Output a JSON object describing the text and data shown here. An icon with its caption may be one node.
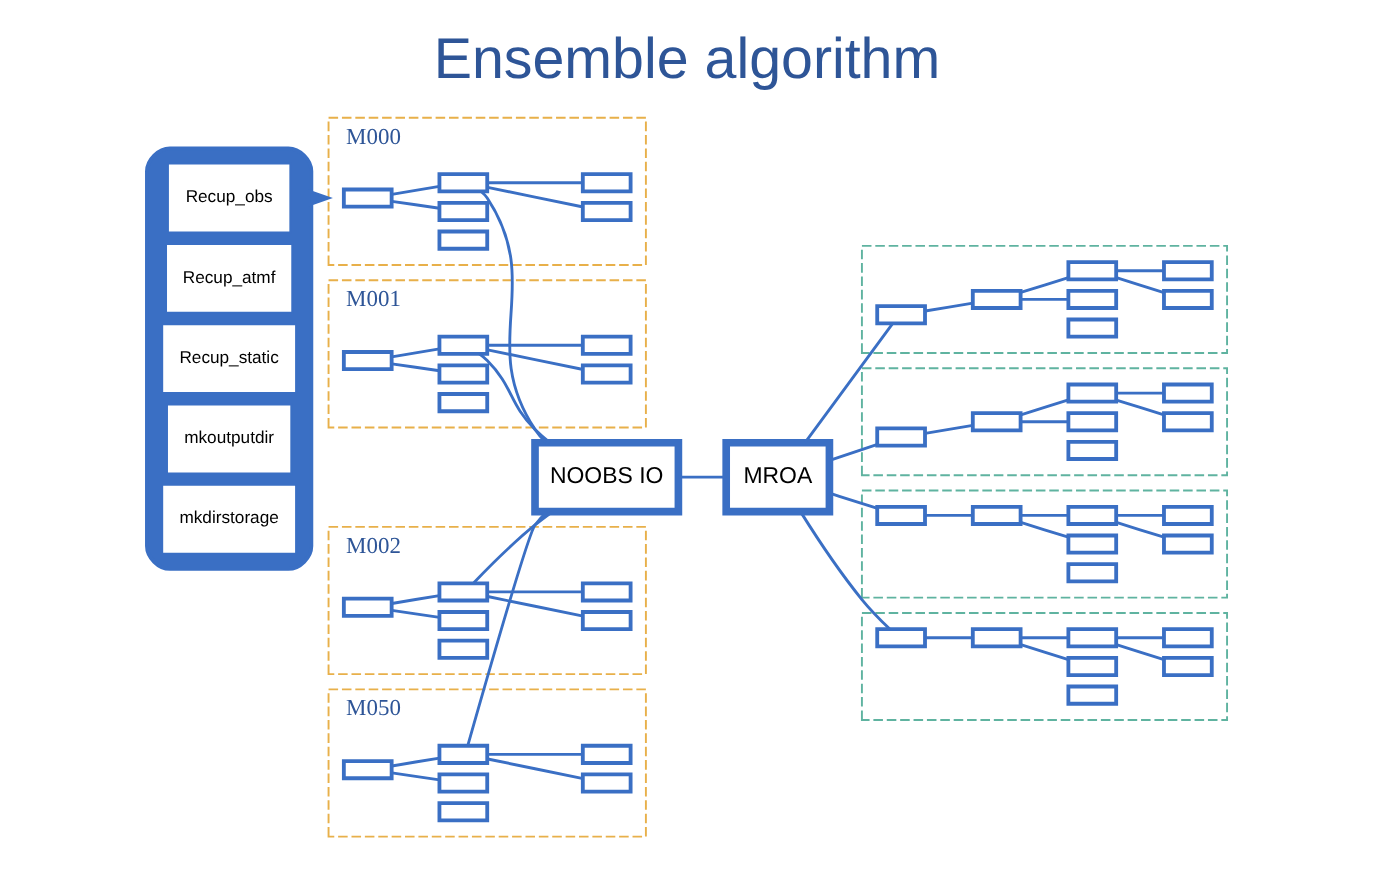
{
  "diagram": {
    "title": "Ensemble algorithm",
    "nodes": [
      {
        "text": [],
        "shape": "box"
      },
      {
        "text": [
          "Recup_obs"
        ],
        "in": 0
      },
      {
        "text": [
          "Recup_atmf"
        ],
        "in": 0
      },
      {
        "text": [
          "Recup_static"
        ],
        "in": 0
      },
      {
        "text": [
          "mkoutputdir"
        ],
        "in": 0
      },
      {
        "text": [
          "mkdirstorage"
        ],
        "in": 0
      },
      {
        "text": [],
        "shape": "box",
        "beside": [
          "M000"
        ]
      },
      {
        "text": [],
        "shape": "box",
        "in": 6
      },
      {
        "text": [],
        "shape": "box",
        "in": 6
      },
      {
        "text": [],
        "shape": "box",
        "in": 6
      },
      {
        "text": [],
        "shape": "box",
        "in": 6
      },
      {
        "text": [],
        "shape": "box",
        "in": 6
      },
      {
        "text": [],
        "shape": "box",
        "in": 6
      },
      {
        "text": [],
        "shape": "box",
        "beside": [
          "M001"
        ]
      },
      {
        "text": [],
        "shape": "box",
        "in": 13
      },
      {
        "text": [],
        "shape": "box",
        "in": 13
      },
      {
        "text": [],
        "shape": "box",
        "in": 13
      },
      {
        "text": [],
        "shape": "box",
        "in": 13
      },
      {
        "text": [],
        "shape": "box",
        "in": 13
      },
      {
        "text": [],
        "shape": "box",
        "in": 13
      },
      {
        "text": [],
        "shape": "box",
        "beside": [
          "M002"
        ]
      },
      {
        "text": [],
        "shape": "box",
        "in": 20
      },
      {
        "text": [],
        "shape": "box",
        "in": 20
      },
      {
        "text": [],
        "shape": "box",
        "in": 20
      },
      {
        "text": [],
        "shape": "box",
        "in": 20
      },
      {
        "text": [],
        "shape": "box",
        "in": 20
      },
      {
        "text": [],
        "shape": "box",
        "in": 20
      },
      {
        "text": [],
        "shape": "box",
        "beside": [
          "M050"
        ]
      },
      {
        "text": [],
        "shape": "box",
        "in": 27
      },
      {
        "text": [],
        "shape": "box",
        "in": 27
      },
      {
        "text": [],
        "shape": "box",
        "in": 27
      },
      {
        "text": [],
        "shape": "box",
        "in": 27
      },
      {
        "text": [],
        "shape": "box",
        "in": 27
      },
      {
        "text": [],
        "shape": "box",
        "in": 27
      },
      {
        "text": [
          "NOOBS IO"
        ]
      },
      {
        "text": [
          "MROA"
        ]
      },
      {
        "text": [],
        "shape": "box"
      },
      {
        "text": [],
        "shape": "box",
        "in": 36
      },
      {
        "text": [],
        "shape": "box",
        "in": 36
      },
      {
        "text": [],
        "shape": "box",
        "in": 36
      },
      {
        "text": [],
        "shape": "box",
        "in": 36
      },
      {
        "text": [],
        "shape": "box",
        "in": 36
      },
      {
        "text": [],
        "shape": "box",
        "in": 36
      },
      {
        "text": [],
        "shape": "box",
        "in": 36
      },
      {
        "text": [],
        "shape": "box"
      },
      {
        "text": [],
        "shape": "box",
        "in": 44
      },
      {
        "text": [],
        "shape": "box",
        "in": 44
      },
      {
        "text": [],
        "shape": "box",
        "in": 44
      },
      {
        "text": [],
        "shape": "box",
        "in": 44
      },
      {
        "text": [],
        "shape": "box",
        "in": 44
      },
      {
        "text": [],
        "shape": "box",
        "in": 44
      },
      {
        "text": [],
        "shape": "box",
        "in": 44
      },
      {
        "text": [],
        "shape": "box"
      },
      {
        "text": [],
        "shape": "box",
        "in": 52
      },
      {
        "text": [],
        "shape": "box",
        "in": 52
      },
      {
        "text": [],
        "shape": "box",
        "in": 52
      },
      {
        "text": [],
        "shape": "box",
        "in": 52
      },
      {
        "text": [],
        "shape": "box",
        "in": 52
      },
      {
        "text": [],
        "shape": "box",
        "in": 52
      },
      {
        "text": [],
        "shape": "box",
        "in": 52
      },
      {
        "text": [],
        "shape": "box"
      },
      {
        "text": [],
        "shape": "box",
        "in": 60
      },
      {
        "text": [],
        "shape": "box",
        "in": 60
      },
      {
        "text": [],
        "shape": "box",
        "in": 60
      },
      {
        "text": [],
        "shape": "box",
        "in": 60
      },
      {
        "text": [],
        "shape": "box",
        "in": 60
      },
      {
        "text": [],
        "shape": "box",
        "in": 60
      },
      {
        "text": [],
        "shape": "box",
        "in": 60
      }
    ],
    "edges": [
      {
        "from": 0,
        "to": 6,
        "arrow": "to"
      },
      {
        "from": 7,
        "to": 8,
        "arrow": "none"
      },
      {
        "from": 7,
        "to": 10,
        "arrow": "none"
      },
      {
        "from": 10,
        "to": 11,
        "arrow": "none"
      },
      {
        "from": 10,
        "to": 12,
        "arrow": "none"
      },
      {
        "from": 14,
        "to": 15,
        "arrow": "none"
      },
      {
        "from": 14,
        "to": 17,
        "arrow": "none"
      },
      {
        "from": 17,
        "to": 18,
        "arrow": "none"
      },
      {
        "from": 17,
        "to": 19,
        "arrow": "none"
      },
      {
        "from": 21,
        "to": 22,
        "arrow": "none"
      },
      {
        "from": 21,
        "to": 24,
        "arrow": "none"
      },
      {
        "from": 24,
        "to": 25,
        "arrow": "none"
      },
      {
        "from": 24,
        "to": 26,
        "arrow": "none"
      },
      {
        "from": 28,
        "to": 29,
        "arrow": "none"
      },
      {
        "from": 28,
        "to": 31,
        "arrow": "none"
      },
      {
        "from": 31,
        "to": 32,
        "arrow": "none"
      },
      {
        "from": 31,
        "to": 33,
        "arrow": "none"
      },
      {
        "from": 10,
        "to": 34,
        "arrow": "none"
      },
      {
        "from": 17,
        "to": 34,
        "arrow": "none"
      },
      {
        "from": 24,
        "to": 34,
        "arrow": "none"
      },
      {
        "from": 31,
        "to": 34,
        "arrow": "none"
      },
      {
        "from": 34,
        "to": 35,
        "arrow": "none"
      },
      {
        "from": 35,
        "to": 37,
        "arrow": "none"
      },
      {
        "from": 35,
        "to": 45,
        "arrow": "none"
      },
      {
        "from": 35,
        "to": 53,
        "arrow": "none"
      },
      {
        "from": 35,
        "to": 61,
        "arrow": "none"
      },
      {
        "from": 37,
        "to": 38,
        "arrow": "none"
      },
      {
        "from": 38,
        "to": 39,
        "arrow": "none"
      },
      {
        "from": 38,
        "to": 41,
        "arrow": "none"
      },
      {
        "from": 41,
        "to": 42,
        "arrow": "none"
      },
      {
        "from": 41,
        "to": 43,
        "arrow": "none"
      },
      {
        "from": 45,
        "to": 46,
        "arrow": "none"
      },
      {
        "from": 46,
        "to": 47,
        "arrow": "none"
      },
      {
        "from": 46,
        "to": 49,
        "arrow": "none"
      },
      {
        "from": 49,
        "to": 50,
        "arrow": "none"
      },
      {
        "from": 49,
        "to": 51,
        "arrow": "none"
      },
      {
        "from": 53,
        "to": 54,
        "arrow": "none"
      },
      {
        "from": 54,
        "to": 55,
        "arrow": "none"
      },
      {
        "from": 54,
        "to": 57,
        "arrow": "none"
      },
      {
        "from": 57,
        "to": 58,
        "arrow": "none"
      },
      {
        "from": 57,
        "to": 59,
        "arrow": "none"
      },
      {
        "from": 61,
        "to": 62,
        "arrow": "none"
      },
      {
        "from": 62,
        "to": 63,
        "arrow": "none"
      },
      {
        "from": 62,
        "to": 65,
        "arrow": "none"
      },
      {
        "from": 65,
        "to": 66,
        "arrow": "none"
      },
      {
        "from": 65,
        "to": 67,
        "arrow": "none"
      }
    ]
  }
}
